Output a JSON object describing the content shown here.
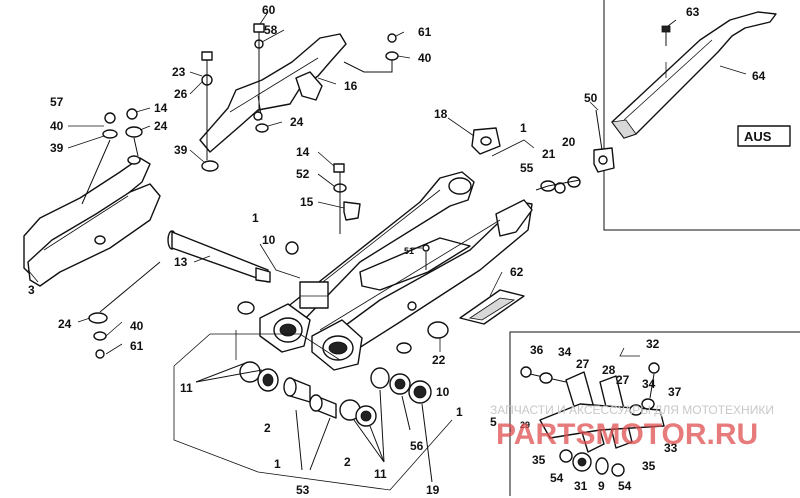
{
  "diagram": {
    "labels": {
      "l60": "60",
      "l58": "58",
      "l61a": "61",
      "l40a": "40",
      "l23": "23",
      "l26": "26",
      "l16": "16",
      "l57": "57",
      "l14a": "14",
      "l40b": "40",
      "l24a": "24",
      "l39a": "39",
      "l39b": "39",
      "l24b": "24",
      "l14b": "14",
      "l52": "52",
      "l15": "15",
      "l18": "18",
      "l1a": "1",
      "l50": "50",
      "l63": "63",
      "l64": "64",
      "l21": "21",
      "l20": "20",
      "l55": "55",
      "l1b": "1",
      "l10a": "10",
      "l51": "51",
      "l13": "13",
      "l3": "3",
      "l62": "62",
      "l24c": "24",
      "l40c": "40",
      "l61b": "61",
      "l22": "22",
      "l11a": "11",
      "l2a": "2",
      "l10b": "10",
      "l1c": "1",
      "l56": "56",
      "l2b": "2",
      "l1d": "1",
      "l11b": "11",
      "l53": "53",
      "l19": "19",
      "l36": "36",
      "l34a": "34",
      "l27a": "27",
      "l28": "28",
      "l32": "32",
      "l27b": "27",
      "l34b": "34",
      "l37": "37",
      "l5": "5",
      "l29": "29",
      "l33": "33",
      "l35a": "35",
      "l54a": "54",
      "l31": "31",
      "l9": "9",
      "l54b": "54",
      "l35b": "35"
    },
    "aus": "AUS",
    "watermark_top": "ЗАПЧАСТИ И АКСЕССУАРЫ ДЛЯ МОТОТЕХНИКИ",
    "watermark_brand": "PARTSMOTOR.RU"
  }
}
